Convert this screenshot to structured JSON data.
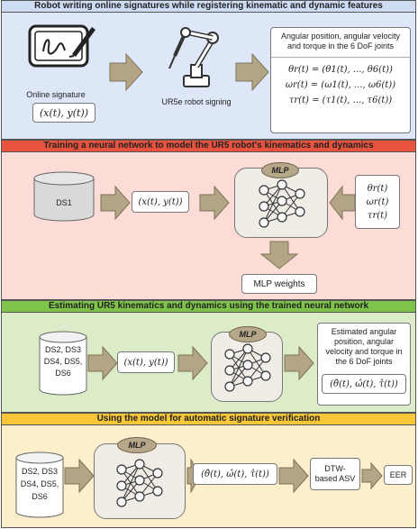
{
  "section1": {
    "title": "Robot writing online signatures while registering kinematic and dynamic features",
    "bg": "#dde7f7",
    "header_bg": "#cddcf2",
    "online_signature_label": "Online signature",
    "signature_formula": "(x(t), y(t))",
    "robot_label": "UR5e robot signing",
    "joints_text": "Angular position, angular velocity and torque in the 6 DoF joints",
    "theta_eq": "θr(t) = (θ1(t), ..., θ6(t))",
    "omega_eq": "ωr(t) = (ω1(t), ..., ω6(t))",
    "tau_eq": "τr(t) = (τ1(t), ..., τ6(t))"
  },
  "section2": {
    "title": "Training a neural network to model the UR5 robot's kinematics and dynamics",
    "bg": "#fbdcd6",
    "header_bg": "#e8533f",
    "dataset": "DS1",
    "input_formula": "(x(t), y(t))",
    "mlp_label": "MLP",
    "theta_r": "θr(t)",
    "omega_r": "ωr(t)",
    "tau_r": "τr(t)",
    "weights_label": "MLP weights"
  },
  "section3": {
    "title": "Estimating UR5 kinematics and dynamics using the trained neural network",
    "bg": "#dcecc9",
    "header_bg": "#7ec44a",
    "datasets": [
      "DS2, DS3",
      "DS4, DS5,",
      "DS6"
    ],
    "input_formula": "(x(t), y(t))",
    "mlp_label": "MLP",
    "estimated_text": "Estimated angular position, angular velocity and torque in the 6 DoF joints",
    "estimated_formula": "(θ̂(t), ω̂(t), τ̂(t))"
  },
  "section4": {
    "title": "Using the model for automatic signature verification",
    "bg": "#fdefcb",
    "header_bg": "#f7c738",
    "datasets": [
      "DS2, DS3",
      "DS4, DS5,",
      "DS6"
    ],
    "mlp_label": "MLP",
    "estimated_formula": "(θ̂(t), ω̂(t), τ̂(t))",
    "asv_label": "DTW-based ASV",
    "eer_label": "EER"
  },
  "colors": {
    "arrow": "#b3a585",
    "arrow_stroke": "#7d7258",
    "cylinder": "#d9d9d9",
    "node": "#f7f7f7"
  }
}
